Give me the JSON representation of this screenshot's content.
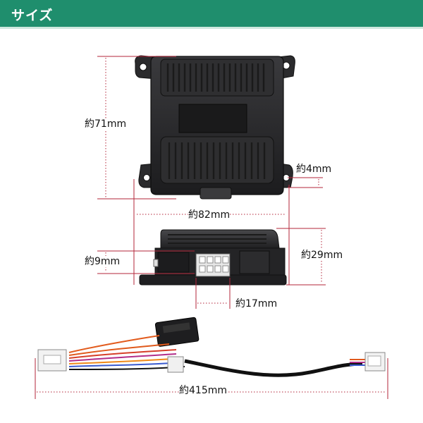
{
  "header": {
    "title": "サイズ"
  },
  "dimensions": {
    "height_top": "約71mm",
    "tab": "約4mm",
    "width": "約82mm",
    "side_height": "約29mm",
    "connector_height": "約9mm",
    "connector_width": "約17mm",
    "cable_length": "約415mm"
  },
  "colors": {
    "header_bg": "#1f8e6d",
    "dimension_line": "#b3263a",
    "product": "#2a2a2c"
  }
}
